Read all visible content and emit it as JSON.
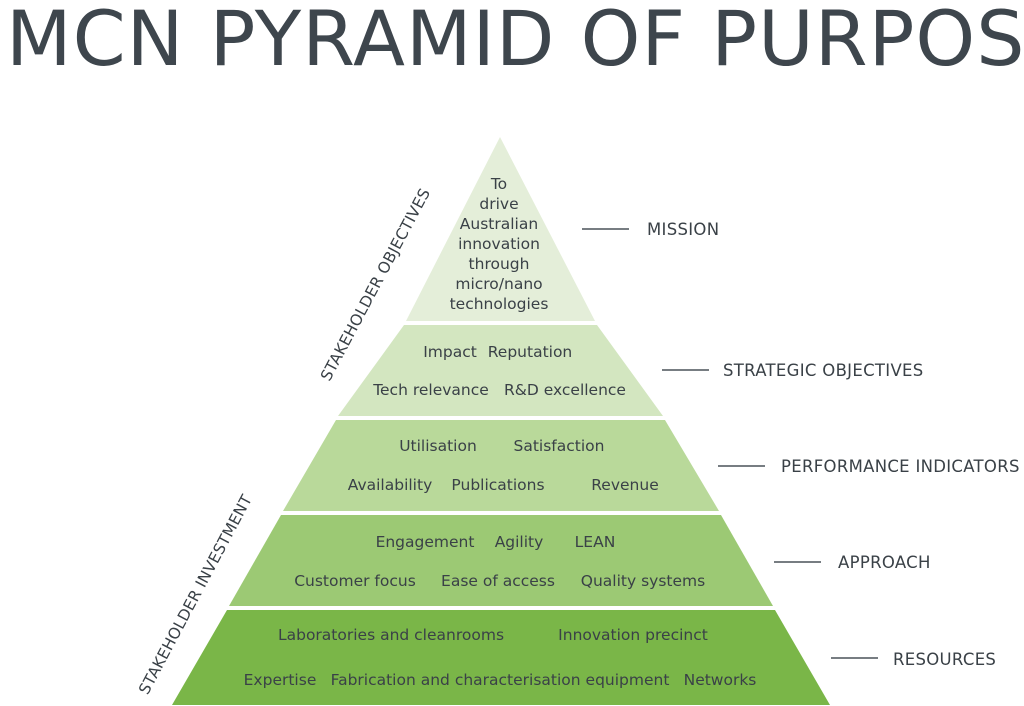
{
  "title": "MCN PYRAMID OF PURPOSE",
  "colors": {
    "tier_1": "#e4eed9",
    "tier_2": "#d3e6c0",
    "tier_3": "#b9d99a",
    "tier_4": "#9cc974",
    "tier_5": "#7ab648",
    "text": "#3a4147"
  },
  "side_labels": {
    "upper": "STAKEHOLDER OBJECTIVES",
    "lower": "STAKEHOLDER INVESTMENT"
  },
  "tiers": [
    {
      "level": "MISSION",
      "rows": [
        [
          "To"
        ],
        [
          "drive"
        ],
        [
          "Australian"
        ],
        [
          "innovation"
        ],
        [
          "through"
        ],
        [
          "micro/nano"
        ],
        [
          "technologies"
        ]
      ]
    },
    {
      "level": "STRATEGIC OBJECTIVES",
      "rows": [
        [
          "Impact",
          "Reputation"
        ],
        [
          "Tech relevance",
          "R&D excellence"
        ]
      ]
    },
    {
      "level": "PERFORMANCE INDICATORS",
      "rows": [
        [
          "Utilisation",
          "Satisfaction"
        ],
        [
          "Availability",
          "Publications",
          "Revenue"
        ]
      ]
    },
    {
      "level": "APPROACH",
      "rows": [
        [
          "Engagement",
          "Agility",
          "LEAN"
        ],
        [
          "Customer focus",
          "Ease of access",
          "Quality systems"
        ]
      ]
    },
    {
      "level": "RESOURCES",
      "rows": [
        [
          "Laboratories and cleanrooms",
          "Innovation precinct"
        ],
        [
          "Expertise",
          "Fabrication and characterisation equipment",
          "Networks"
        ]
      ]
    }
  ]
}
